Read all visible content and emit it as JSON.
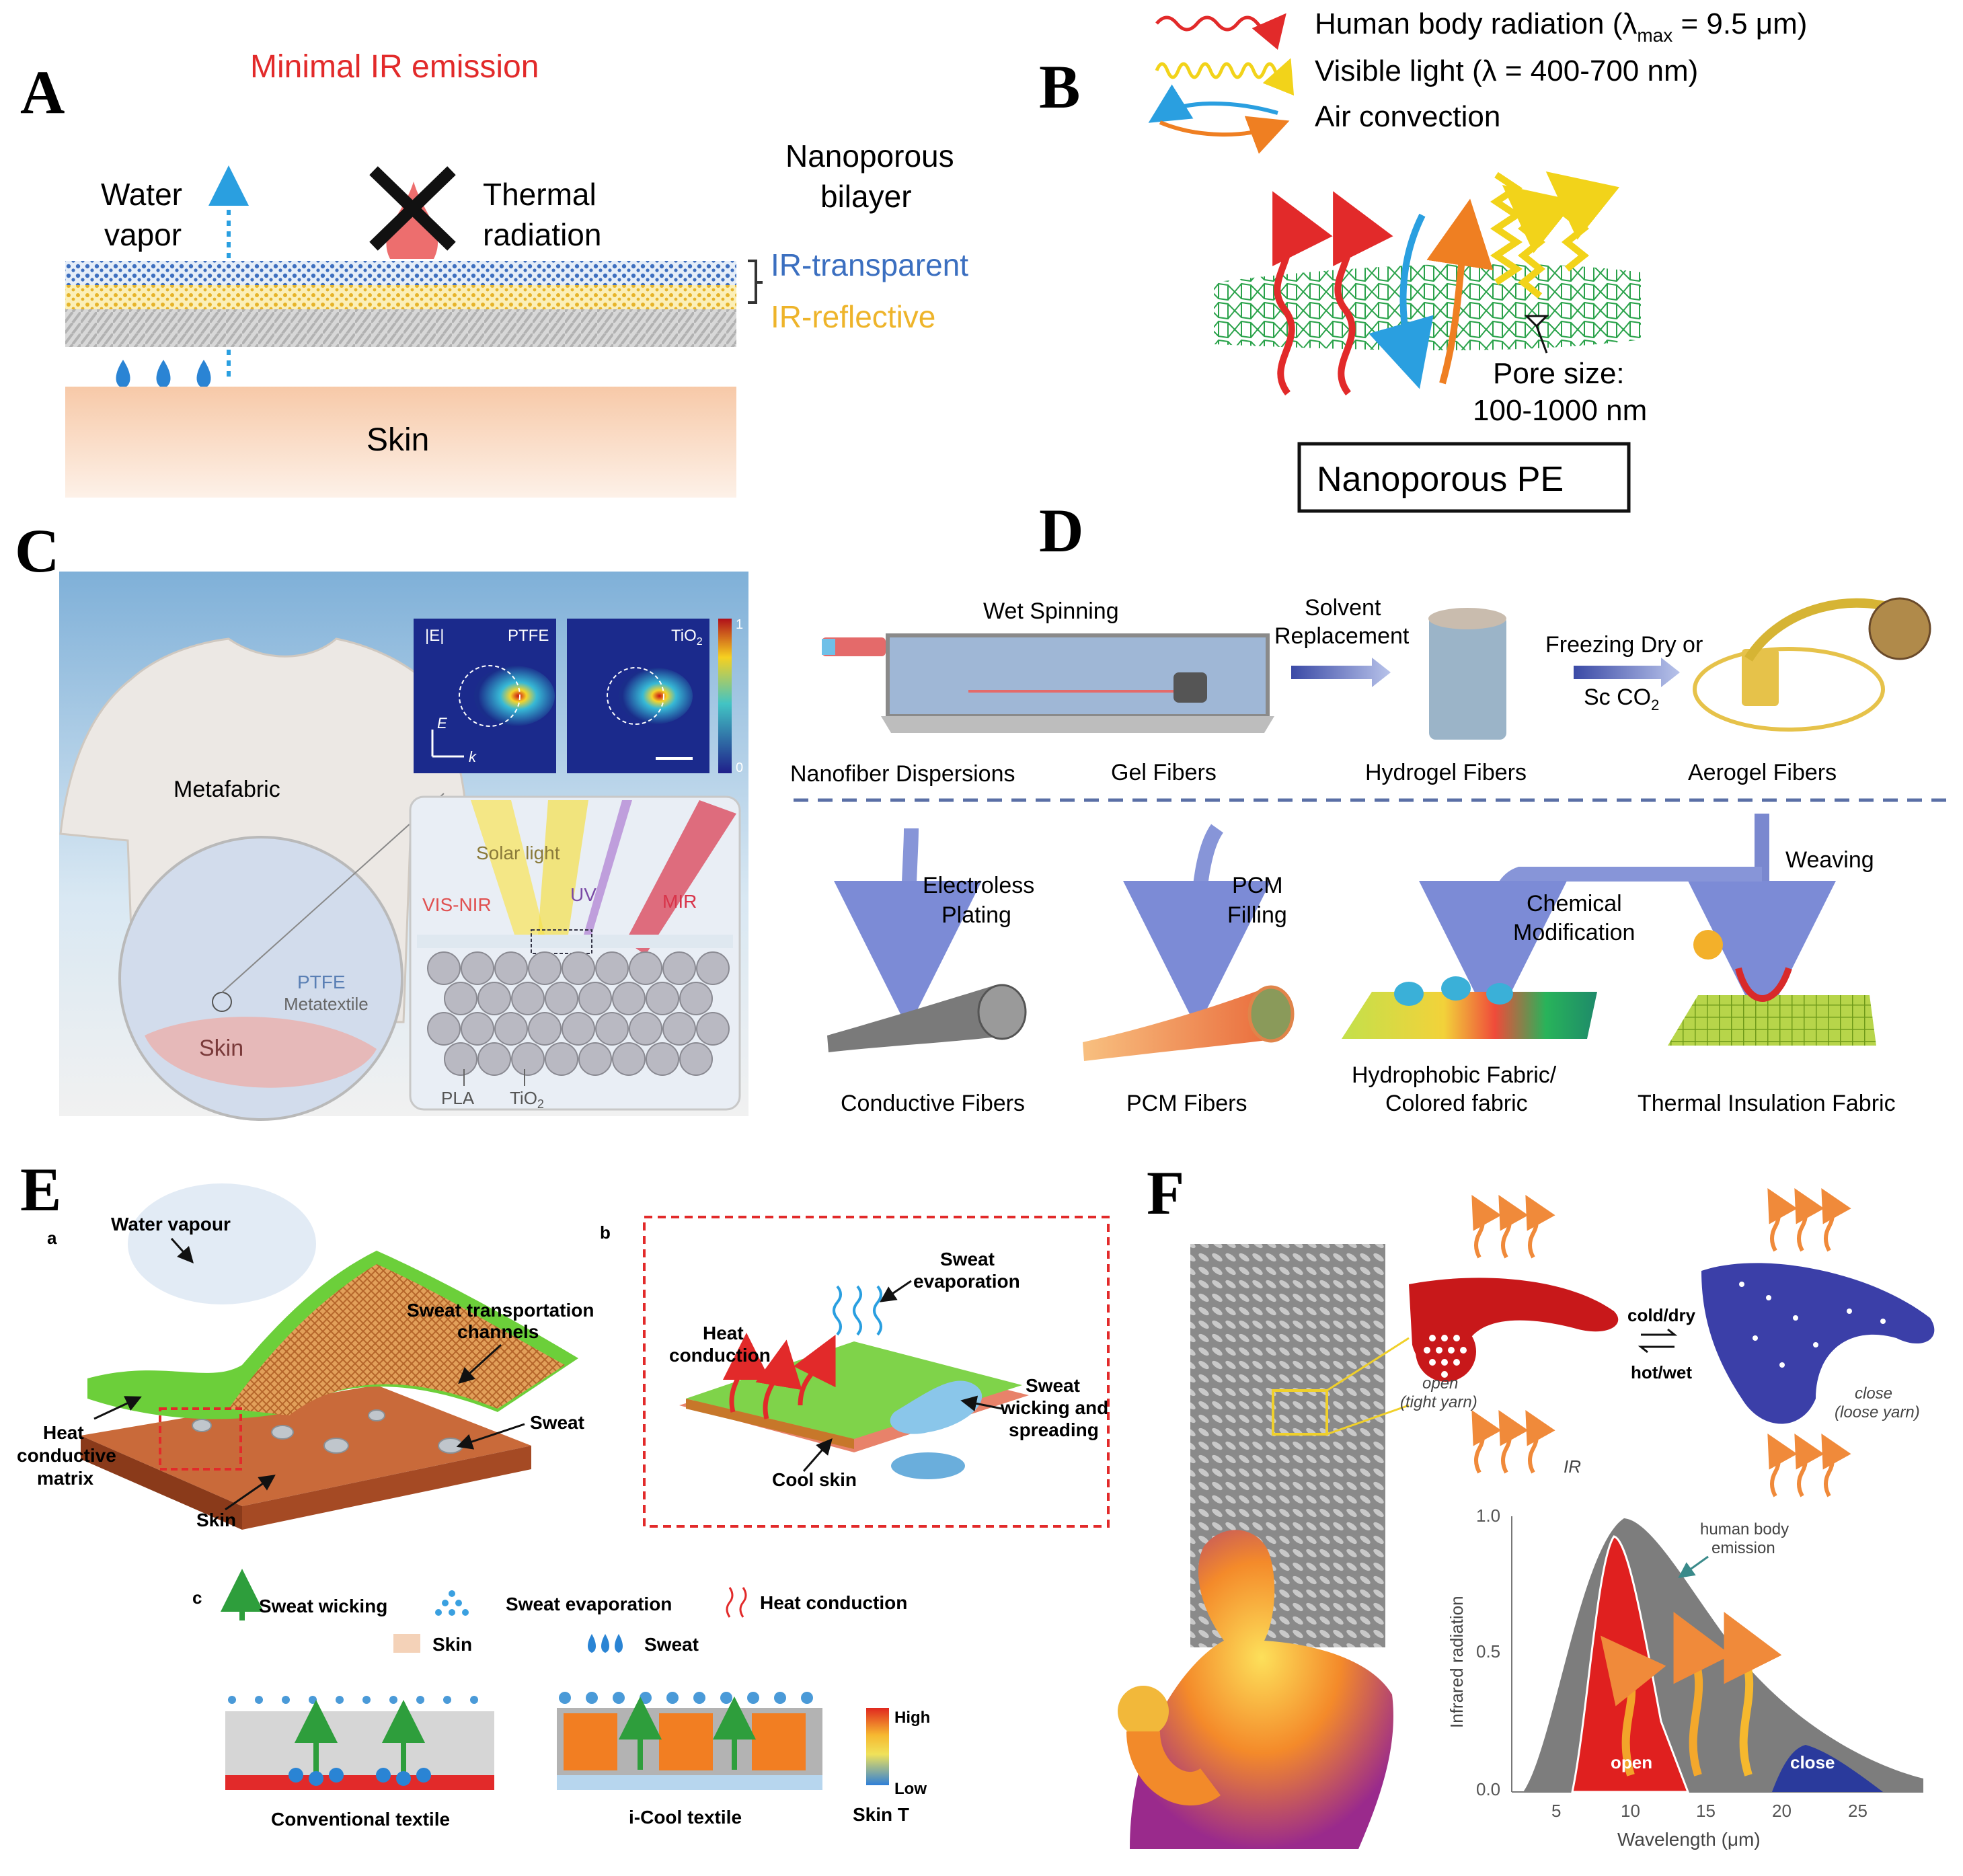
{
  "panel_letters": {
    "a": "A",
    "b": "B",
    "c": "C",
    "d": "D",
    "e": "E",
    "f": "F"
  },
  "colors": {
    "red": "#e22a2a",
    "blue": "#2a7fd4",
    "yellow": "#f2c230",
    "green": "#2e9e3c",
    "orange": "#e5801f",
    "navy": "#2a2e8c",
    "skin": "#f6cdb0"
  },
  "icons": [
    "red-wave-arrow-icon",
    "yellow-wave-arrow-icon",
    "convection-arrows-icon",
    "cross-icon",
    "water-drop-icon"
  ],
  "panelA": {
    "title": "Minimal IR emission",
    "water_vapor": [
      "Water",
      "vapor"
    ],
    "thermal_radiation": [
      "Thermal",
      "radiation"
    ],
    "nanoporous": [
      "Nanoporous",
      "bilayer"
    ],
    "ir_transparent": "IR-transparent",
    "ir_reflective": "IR-reflective",
    "skin": "Skin"
  },
  "panelB": {
    "legend_body_prefix": "Human body radiation (λ",
    "legend_body_sub": "max",
    "legend_body_suffix": " = 9.5 μm)",
    "legend_visible": "Visible light (λ = 400-700 nm)",
    "legend_air": "Air convection",
    "pore_size": [
      "Pore size:",
      "100-1000 nm"
    ],
    "box": "Nanoporous PE"
  },
  "panelC": {
    "metafabric": "Metafabric",
    "E_label": "|E|",
    "ptfe_inset": "PTFE",
    "tio2_inset": "TiO",
    "tio2_sub": "2",
    "colorbar_top": "1",
    "colorbar_bottom": "0",
    "axis_E": "E",
    "axis_k": "k",
    "solar_light": "Solar light",
    "visnir": "VIS-NIR",
    "uv": "UV",
    "mir": "MIR",
    "ptfe": "PTFE",
    "metatextile": "Metatextile",
    "skin": "Skin",
    "pla": "PLA",
    "tio2_bottom": "TiO",
    "tio2_bottom_sub": "2"
  },
  "panelD": {
    "wet_spinning": "Wet Spinning",
    "solvent": [
      "Solvent",
      "Replacement"
    ],
    "freezing_prefix": "Freezing Dry or",
    "sc_co2": "Sc CO",
    "sc_co2_sub": "2",
    "nanofiber": "Nanofiber Dispersions",
    "gel": "Gel Fibers",
    "hydrogel": "Hydrogel Fibers",
    "aerogel": "Aerogel Fibers",
    "weaving": "Weaving",
    "electroless": [
      "Electroless",
      "Plating"
    ],
    "pcm_filling": [
      "PCM",
      "Filling"
    ],
    "chemical": [
      "Chemical",
      "Modification"
    ],
    "conductive": "Conductive Fibers",
    "pcm_fibers": "PCM Fibers",
    "hydrophobic": [
      "Hydrophobic Fabric/",
      "Colored fabric"
    ],
    "thermal_ins": "Thermal Insulation Fabric"
  },
  "panelE": {
    "sub_a": "a",
    "sub_b": "b",
    "sub_c": "c",
    "water_vapour": "Water vapour",
    "channels": [
      "Sweat transportation",
      "channels"
    ],
    "heat_matrix": [
      "Heat",
      "conductive",
      "matrix"
    ],
    "sweat": "Sweat",
    "skin": "Skin",
    "sweat_evap": [
      "Sweat",
      "evaporation"
    ],
    "heat_conduction_b": [
      "Heat",
      "conduction"
    ],
    "wicking": [
      "Sweat",
      "wicking and",
      "spreading"
    ],
    "cool_skin": "Cool skin",
    "leg_wicking": "Sweat wicking",
    "leg_evap": "Sweat evaporation",
    "leg_heat": "Heat conduction",
    "leg_skin": "Skin",
    "leg_sweat": "Sweat",
    "conventional": "Conventional textile",
    "icool": "i-Cool textile",
    "high": "High",
    "low": "Low",
    "skin_t": "Skin T"
  },
  "panelF": {
    "open_label": [
      "open",
      "(tight yarn)"
    ],
    "close_label": [
      "close",
      "(loose yarn)"
    ],
    "cold_dry": "cold/dry",
    "hot_wet": "hot/wet",
    "ir": "IR",
    "human_emission": [
      "human body",
      "emission"
    ],
    "ylabel": "Infrared radiation",
    "xlabel": "Wavelength (μm)",
    "yticks": [
      "1.0",
      "0.5",
      "0.0"
    ],
    "xticks": [
      "5",
      "10",
      "15",
      "20",
      "25"
    ],
    "open_band": "open",
    "close_band": "close"
  }
}
